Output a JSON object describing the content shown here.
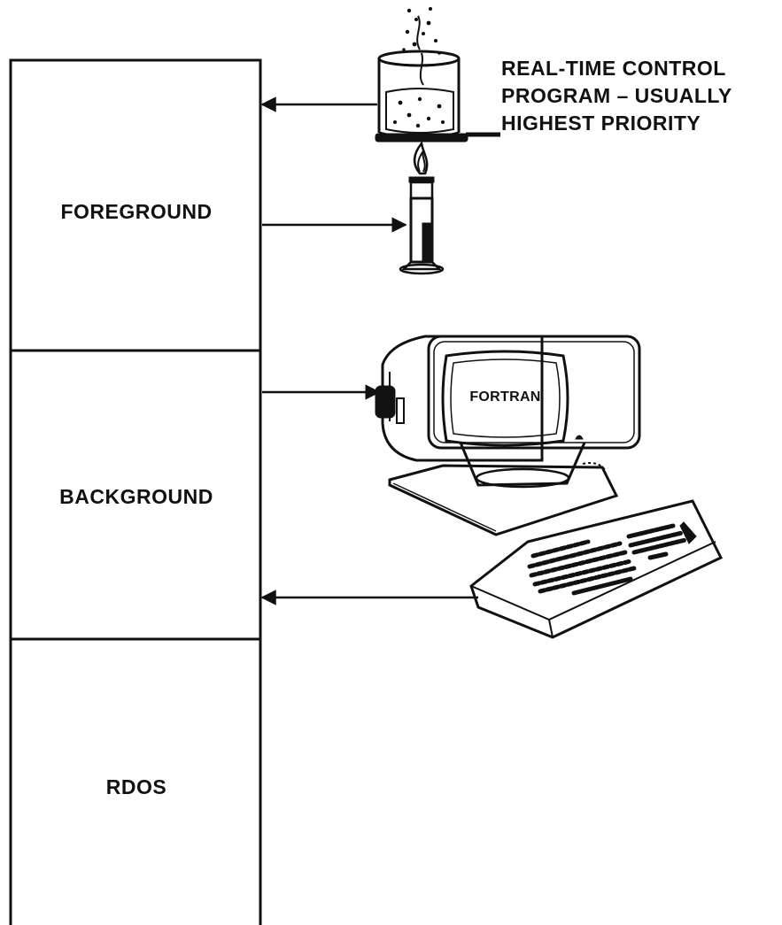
{
  "memory_map": {
    "regions": [
      {
        "id": "foreground",
        "label": "FOREGROUND"
      },
      {
        "id": "background",
        "label": "BACKGROUND"
      },
      {
        "id": "rdos",
        "label": "RDOS"
      }
    ]
  },
  "realtime_annotation": {
    "lines": [
      "REAL-TIME CONTROL",
      "PROGRAM – USUALLY",
      "HIGHEST PRIORITY"
    ]
  },
  "terminal": {
    "screen_text": "FORTRAN"
  },
  "icons": [
    "beaker-over-burner-icon",
    "bunsen-burner-icon",
    "crt-terminal-icon",
    "keyboard-icon"
  ]
}
